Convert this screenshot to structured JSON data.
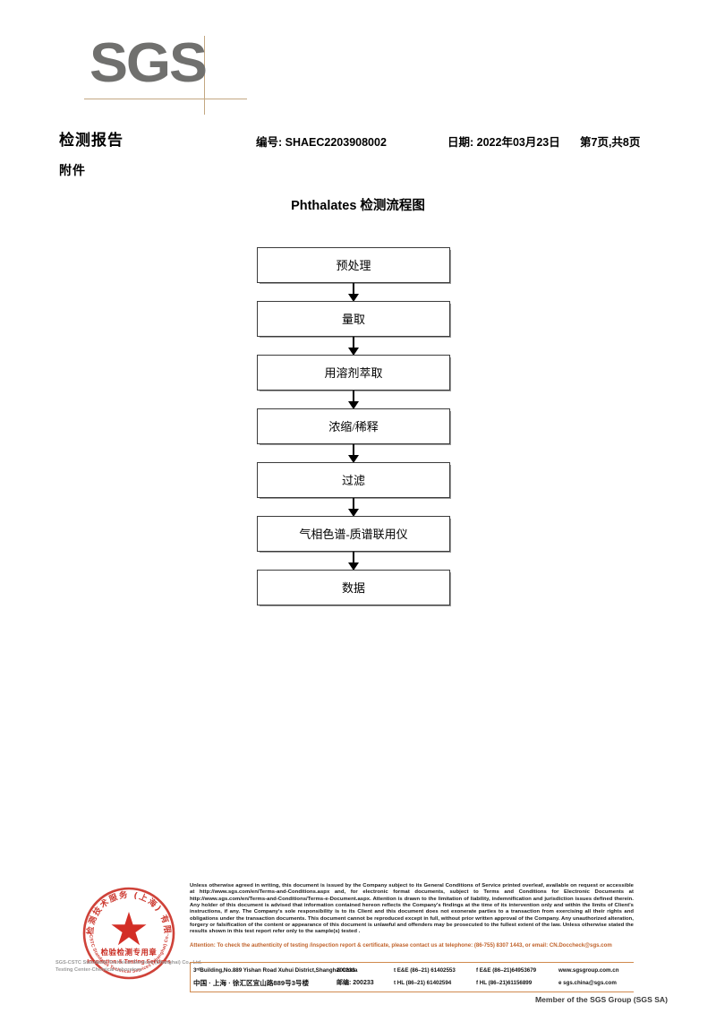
{
  "logo": {
    "text": "SGS",
    "line_color": "#c3a782",
    "text_color": "#70706e"
  },
  "header": {
    "title": "检测报告",
    "subtitle": "附件",
    "report_no": "编号: SHAEC2203908002",
    "date": "日期: 2022年03月23日",
    "page": "第7页,共8页"
  },
  "flowchart": {
    "title": "Phthalates 检测流程图",
    "nodes": [
      {
        "label": "预处理"
      },
      {
        "label": "量取"
      },
      {
        "label": "用溶剂萃取"
      },
      {
        "label": "浓缩/稀释"
      },
      {
        "label": "过滤"
      },
      {
        "label": "气相色谱-质谱联用仪"
      },
      {
        "label": "数据"
      }
    ]
  },
  "seal": {
    "top_arc": "检验检测技术服务 (上海) 有限公司",
    "bottom_arc": "SGS-CSTC Standards Technical Services (Shanghai) Co., Ltd.",
    "line1": "检验检测专用章",
    "line2": "Inspection & Testing Services",
    "color": "#c8281e",
    "company_caption": "SGS-CSTC Standards Technical Services (Shanghai) Co., Ltd. Testing Center-Chemical Laboratory"
  },
  "footer": {
    "legal": "Unless otherwise agreed in writing, this document is issued by the Company subject to its General Conditions of Service printed overleaf, available on request or accessible at http://www.sgs.com/en/Terms-and-Conditions.aspx and, for electronic format documents, subject to Terms and Conditions for Electronic Documents at http://www.sgs.com/en/Terms-and-Conditions/Terms-e-Document.aspx. Attention is drawn to the limitation of liability, indemnification and jurisdiction issues defined therein. Any holder of this document is advised that information contained hereon reflects the Company's findings at the time of its intervention only and within the limits of Client's instructions, if any. The Company's sole responsibility is to its Client and this document does not exonerate parties to a transaction from exercising all their rights and obligations under the transaction documents. This document cannot be reproduced except in full, without prior written approval of the Company. Any unauthorized alteration, forgery or falsification of the content or appearance of this document is unlawful and offenders may be prosecuted to the fullest extent of the law. Unless otherwise stated the results shown in this test report refer only to the sample(s) tested .",
    "attention": "Attention: To check the authenticity of testing /inspection report & certificate, please contact us at telephone: (86-755) 8307 1443, or email: CN.Doccheck@sgs.com",
    "attention_color": "#c0622a",
    "address_en": "3ʳᵈBuilding,No.889 Yishan Road Xuhui District,Shanghai China",
    "address_cn": "中国 · 上海 · 徐汇区宜山路889号3号楼",
    "zip_en": "200233",
    "zip_cn": "邮编: 200233",
    "tel_en": "t E&E (86–21) 61402553",
    "tel_cn": "t HL (86–21) 61402594",
    "fax_en": "f E&E (86–21)64953679",
    "fax_cn": "f HL (86–21)61156899",
    "web": "www.sgsgroup.com.cn",
    "email": "e  sgs.china@sgs.com",
    "member": "Member of the SGS Group (SGS SA)"
  }
}
